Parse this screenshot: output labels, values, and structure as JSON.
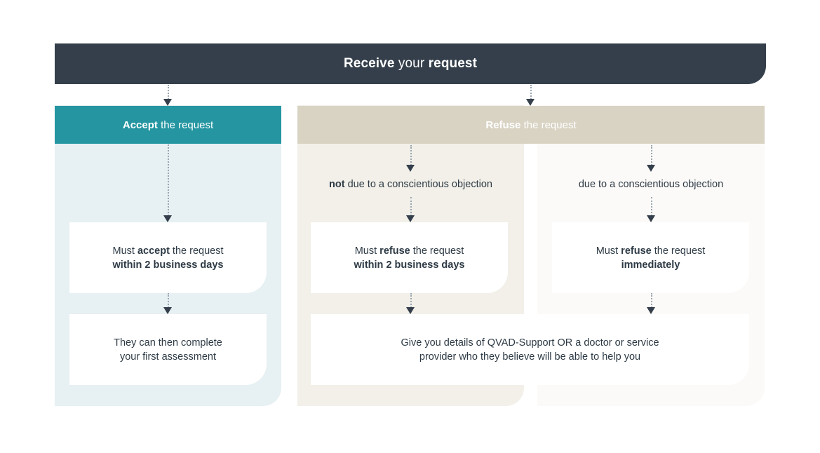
{
  "diagram": {
    "title_bar": {
      "prefix_bold": "Receive",
      "middle": " your ",
      "suffix_bold": "request"
    },
    "sections": {
      "accept": {
        "label_bold": "Accept",
        "label_rest": " the request"
      },
      "refuse": {
        "label_bold": "Refuse",
        "label_rest": " the request"
      }
    },
    "sub_labels": {
      "not_objection_bold": "not",
      "not_objection_rest": " due to a conscientious objection",
      "objection": "due to a conscientious objection"
    },
    "cards": {
      "accept_step1": {
        "line1_pre": "Must ",
        "line1_bold": "accept",
        "line1_post": " the request",
        "line2_bold": "within 2 business days"
      },
      "accept_step2": {
        "line1": "They can then complete",
        "line2": "your first assessment"
      },
      "refuse_not_objection_step1": {
        "line1_pre": "Must ",
        "line1_bold": "refuse",
        "line1_post": " the request",
        "line2_bold": "within 2 business days"
      },
      "refuse_objection_step1": {
        "line1_pre": "Must ",
        "line1_bold": "refuse",
        "line1_post": " the request",
        "line2_bold": "immediately"
      },
      "refuse_shared_step2": {
        "line1": "Give you details of QVAD-Support OR a doctor or service",
        "line2": "provider who they believe will be able to help you"
      }
    },
    "colors": {
      "header_bar": "#343f4b",
      "accept_accent": "#2596a1",
      "refuse_accent": "#d9d3c4",
      "accept_panel": "#e7f0f3",
      "refuse_panel_a": "#f2f0e9",
      "refuse_panel_b": "#fbfaf8",
      "card_bg": "#ffffff",
      "text": "#2d3a45",
      "connector_line": "#9aa6b0",
      "connector_arrow": "#343f4b"
    }
  }
}
